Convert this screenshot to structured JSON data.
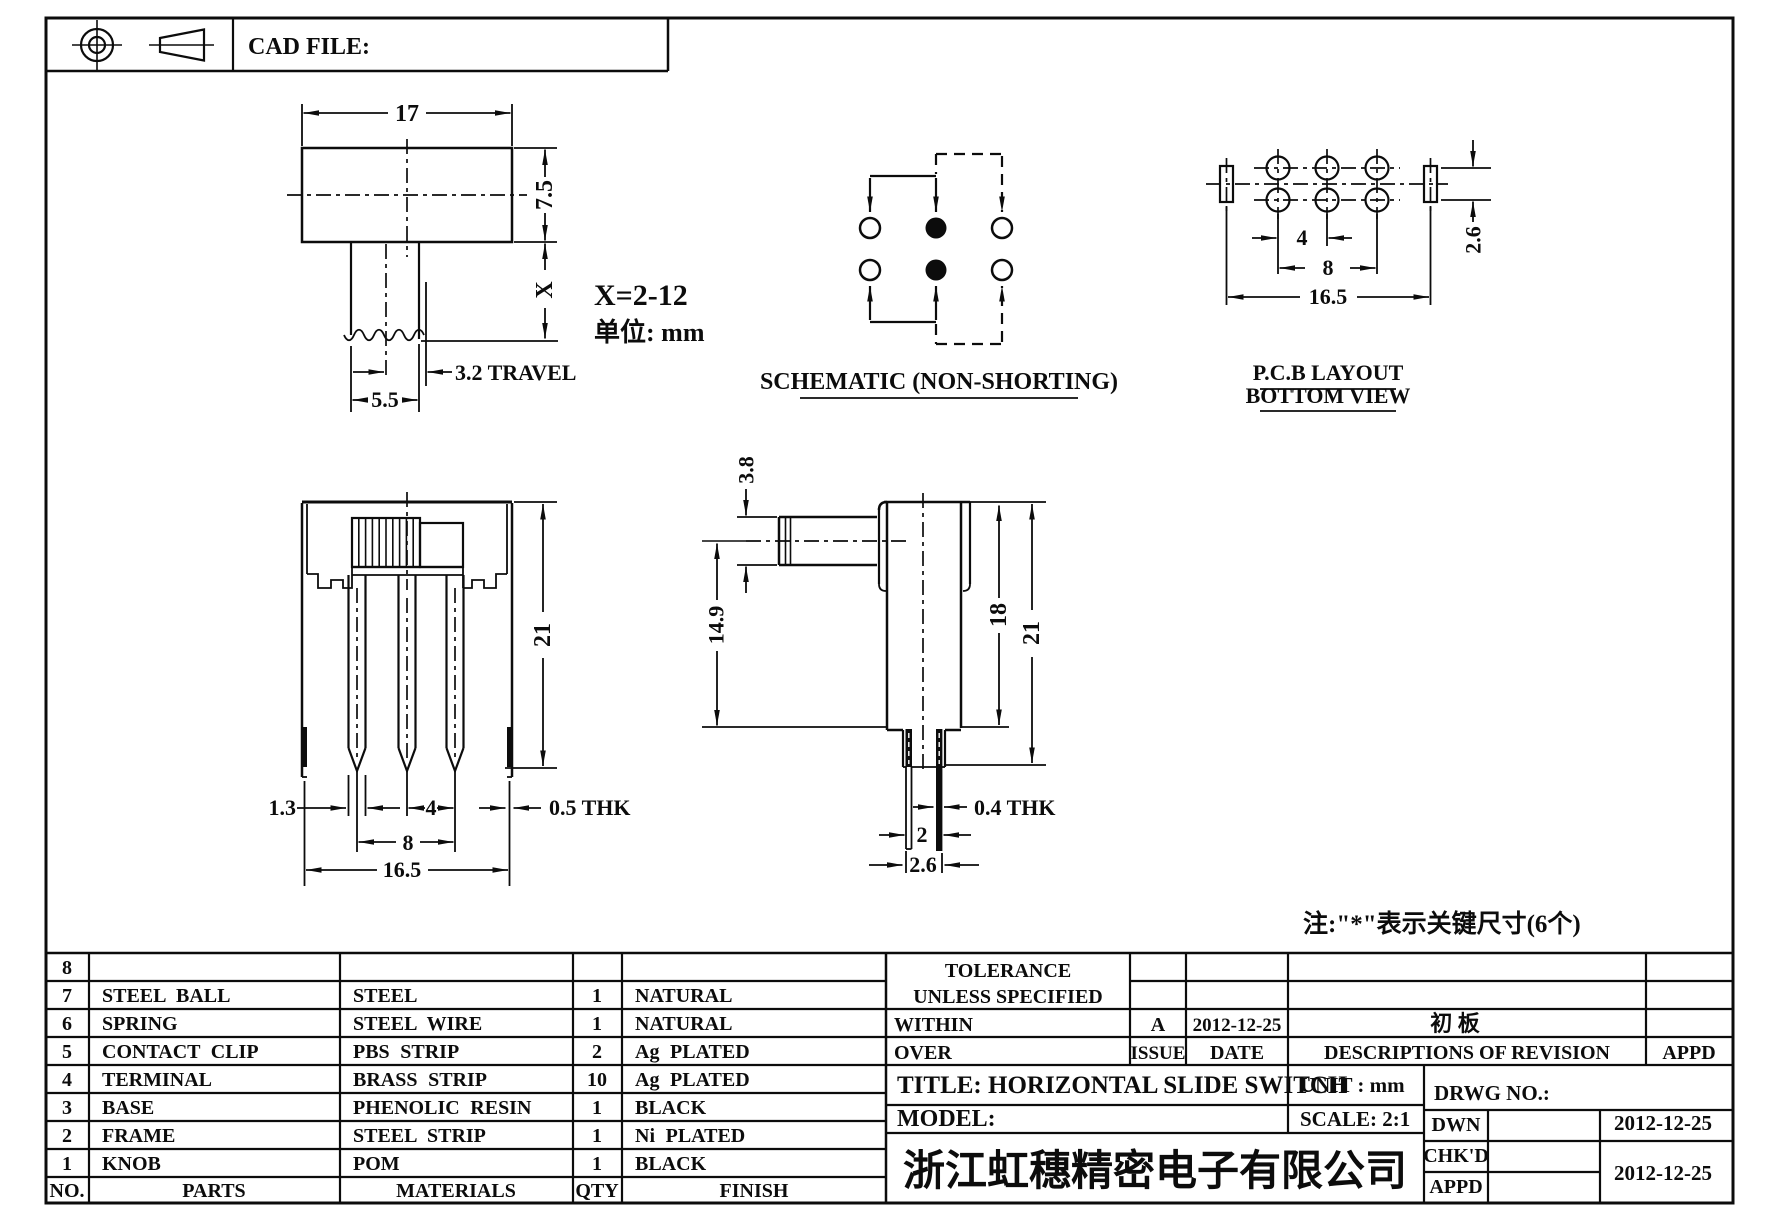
{
  "header": {
    "cad_file_label": "CAD FILE:"
  },
  "top_view": {
    "dim_width": "17",
    "dim_height": "7.5",
    "dim_x": "X",
    "dim_travel": "3.2 TRAVEL",
    "dim_stem": "5.5",
    "note_range": "X=2-12",
    "note_unit": "单位: mm"
  },
  "schematic": {
    "caption": "SCHEMATIC (NON-SHORTING)"
  },
  "pcb": {
    "caption_line1": "P.C.B LAYOUT",
    "caption_line2": "BOTTOM VIEW",
    "dim_pitch": "4",
    "dim_span": "8",
    "dim_total": "16.5",
    "dim_rows": "2.6"
  },
  "front_view": {
    "dim_height": "21",
    "dim_leg": "1.3",
    "dim_pitch": "4",
    "dim_thk": "0.5 THK",
    "dim_span": "8",
    "dim_total": "16.5"
  },
  "side_view": {
    "dim_stem": "3.8",
    "dim_body": "14.9",
    "dim_inner": "18",
    "dim_height": "21",
    "dim_thk": "0.4 THK",
    "dim_gap": "2",
    "dim_outer": "2.6"
  },
  "note": "注:\"*\"表示关键尺寸(6个)",
  "parts_table": {
    "headers": {
      "no": "NO.",
      "parts": "PARTS",
      "materials": "MATERIALS",
      "qty": "QTY",
      "finish": "FINISH"
    },
    "rows": [
      {
        "no": "8",
        "parts": "",
        "materials": "",
        "qty": "",
        "finish": ""
      },
      {
        "no": "7",
        "parts": "STEEL BALL",
        "materials": "STEEL",
        "qty": "1",
        "finish": "NATURAL"
      },
      {
        "no": "6",
        "parts": "SPRING",
        "materials": "STEEL WIRE",
        "qty": "1",
        "finish": "NATURAL"
      },
      {
        "no": "5",
        "parts": "CONTACT CLIP",
        "materials": "PBS STRIP",
        "qty": "2",
        "finish": "Ag PLATED"
      },
      {
        "no": "4",
        "parts": "TERMINAL",
        "materials": "BRASS STRIP",
        "qty": "10",
        "finish": "Ag PLATED"
      },
      {
        "no": "3",
        "parts": "BASE",
        "materials": "PHENOLIC RESIN",
        "qty": "1",
        "finish": "BLACK"
      },
      {
        "no": "2",
        "parts": "FRAME",
        "materials": "STEEL STRIP",
        "qty": "1",
        "finish": "Ni PLATED"
      },
      {
        "no": "1",
        "parts": "KNOB",
        "materials": "POM",
        "qty": "1",
        "finish": "BLACK"
      }
    ]
  },
  "title_block": {
    "tolerance_line1": "TOLERANCE",
    "tolerance_line2": "UNLESS SPECIFIED",
    "within": "WITHIN",
    "over": "OVER",
    "issue_value": "A",
    "issue_label": "ISSUE",
    "date_value": "2012-12-25",
    "date_label": "DATE",
    "revision_value": "初 板",
    "revision_label": "DESCRIPTIONS OF REVISION",
    "appd_col_label": "APPD",
    "title": "TITLE: HORIZONTAL SLIDE SWITCH",
    "unit": "UNIT : mm",
    "drwg": "DRWG NO.:",
    "model": "MODEL:",
    "scale": "SCALE: 2:1",
    "dwn_label": "DWN",
    "chkd_label": "CHK'D",
    "appd_label": "APPD",
    "dwn_date": "2012-12-25",
    "appd_date": "2012-12-25",
    "company": "浙江虹穗精密电子有限公司"
  }
}
